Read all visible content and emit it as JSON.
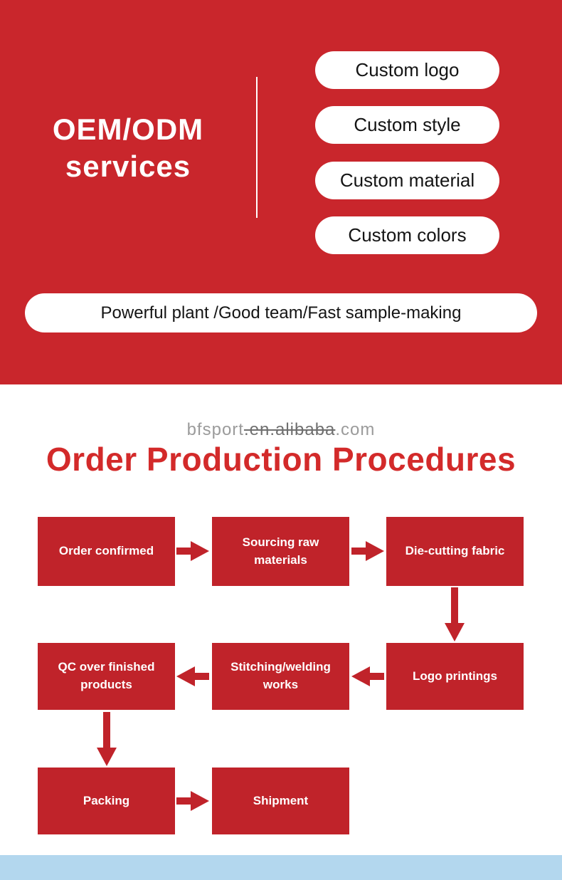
{
  "hero": {
    "title_line1": "OEM/ODM",
    "title_line2": "services",
    "pills": [
      "Custom logo",
      "Custom style",
      "Custom material",
      "Custom colors"
    ],
    "banner": "Powerful plant /Good team/Fast sample-making"
  },
  "watermark": {
    "prefix": "bfsport",
    "struck": ".en.alibaba",
    "suffix": ".com"
  },
  "procedures": {
    "title": "Order Production Procedures",
    "rows": [
      {
        "boxes": [
          "Order confirmed",
          "Sourcing raw materials",
          "Die-cutting fabric"
        ]
      },
      {
        "boxes": [
          "QC over finished products",
          "Stitching/welding works",
          "Logo printings"
        ]
      },
      {
        "boxes": [
          "Packing",
          "Shipment"
        ]
      }
    ]
  },
  "colors": {
    "hero_background": "#c9262c",
    "box_red": "#c0232a",
    "title_red": "#d32a2a",
    "footer_blue": "#b3d7ee"
  }
}
